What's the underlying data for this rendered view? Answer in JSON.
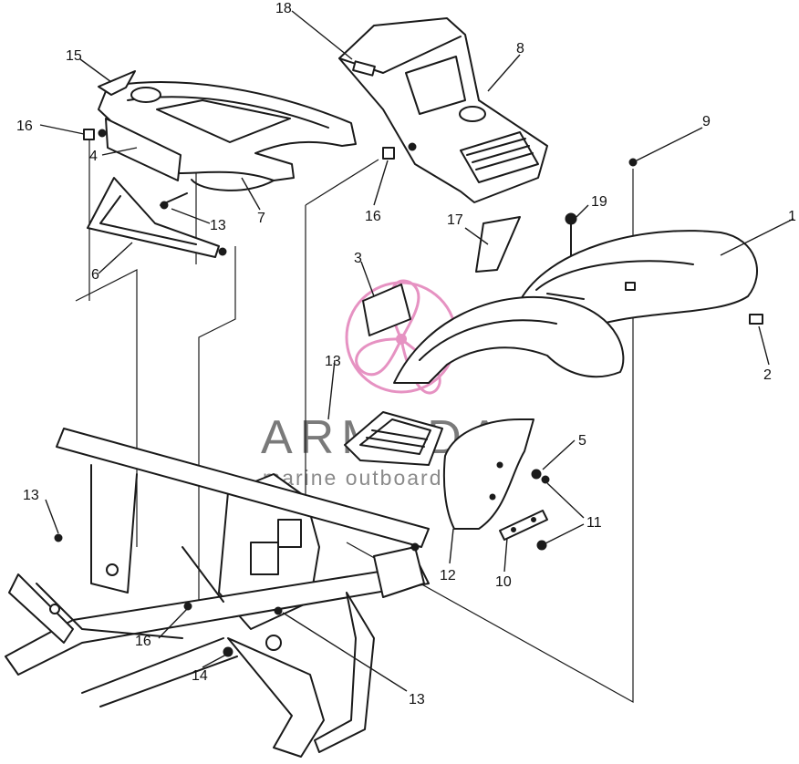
{
  "watermark": {
    "brand": "ARMADA",
    "tagline": "marine outboards",
    "logo_color": "#e27fb8",
    "text_color": "#7a7a7a"
  },
  "callouts": [
    {
      "id": "c18",
      "label": "18"
    },
    {
      "id": "c8",
      "label": "8"
    },
    {
      "id": "c15",
      "label": "15"
    },
    {
      "id": "c16a",
      "label": "16"
    },
    {
      "id": "c4",
      "label": "4"
    },
    {
      "id": "c9",
      "label": "9"
    },
    {
      "id": "c7",
      "label": "7"
    },
    {
      "id": "c13a",
      "label": "13"
    },
    {
      "id": "c16b",
      "label": "16"
    },
    {
      "id": "c19",
      "label": "19"
    },
    {
      "id": "c1",
      "label": "1"
    },
    {
      "id": "c17",
      "label": "17"
    },
    {
      "id": "c6",
      "label": "6"
    },
    {
      "id": "c3",
      "label": "3"
    },
    {
      "id": "c2",
      "label": "2"
    },
    {
      "id": "c13b",
      "label": "13"
    },
    {
      "id": "c5",
      "label": "5"
    },
    {
      "id": "c13c",
      "label": "13"
    },
    {
      "id": "c11",
      "label": "11"
    },
    {
      "id": "c12",
      "label": "12"
    },
    {
      "id": "c10",
      "label": "10"
    },
    {
      "id": "c16c",
      "label": "16"
    },
    {
      "id": "c14",
      "label": "14"
    },
    {
      "id": "c13d",
      "label": "13"
    }
  ]
}
